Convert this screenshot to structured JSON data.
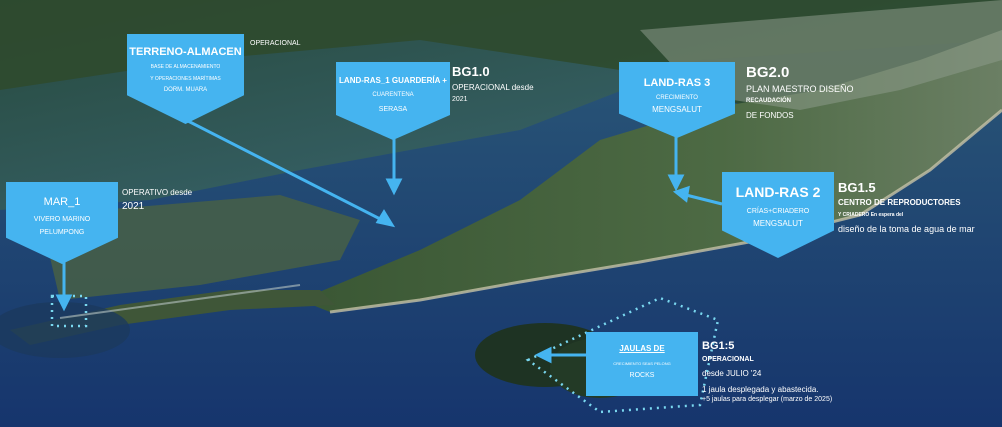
{
  "colors": {
    "accent": "#45b4f0",
    "sea": "#1b3f78",
    "land": "#3f5b3a",
    "dotted": "#7ad8f0"
  },
  "markers": {
    "terreno": {
      "title": "TERRENO-ALMACEN",
      "line1": "BASE DE ALMACENAMIENTO",
      "line2": "Y OPERACIONES MARÍTIMAS",
      "line3": "DORM. MUARA",
      "status": "OPERACIONAL"
    },
    "land_ras_1": {
      "title": "LAND-RAS_1 GUARDERÍA +",
      "line1": "CUARENTENA",
      "line2": "SERASA",
      "code": "BG1.0",
      "status": "OPERACIONAL desde",
      "year": "2021"
    },
    "land_ras_3": {
      "title": "LAND-RAS 3",
      "line1": "CRECIMIENTO",
      "line2": "MENGSALUT",
      "code": "BG2.0",
      "status": "PLAN MAESTRO DISEÑO",
      "note1": "RECAUDACIÓN",
      "note2": "DE FONDOS"
    },
    "land_ras_2": {
      "title": "LAND-RAS 2",
      "line1": "CRÍAS+CRIADERO",
      "line2": "MENGSALUT",
      "code": "BG1.5",
      "status": "CENTRO DE REPRODUCTORES",
      "note1": "Y CRIADERO En espera del",
      "note2": "diseño de la toma de agua de mar"
    },
    "mar_1": {
      "title": "MAR_1",
      "line1": "VIVERO MARINO",
      "line2": "PELUMPONG",
      "status": "OPERATIVO desde",
      "year": "2021"
    },
    "jaulas": {
      "title": "JAULAS DE",
      "line1": "CRECIMIENTO SEAS PELONG",
      "line2": "ROCKS",
      "code": "BG1:5",
      "status": "OPERACIONAL",
      "since": "desde JULIO '24",
      "note1": "1 jaula desplegada y abastecida.",
      "note2": "+5 jaulas para desplegar (marzo de 2025)"
    }
  }
}
